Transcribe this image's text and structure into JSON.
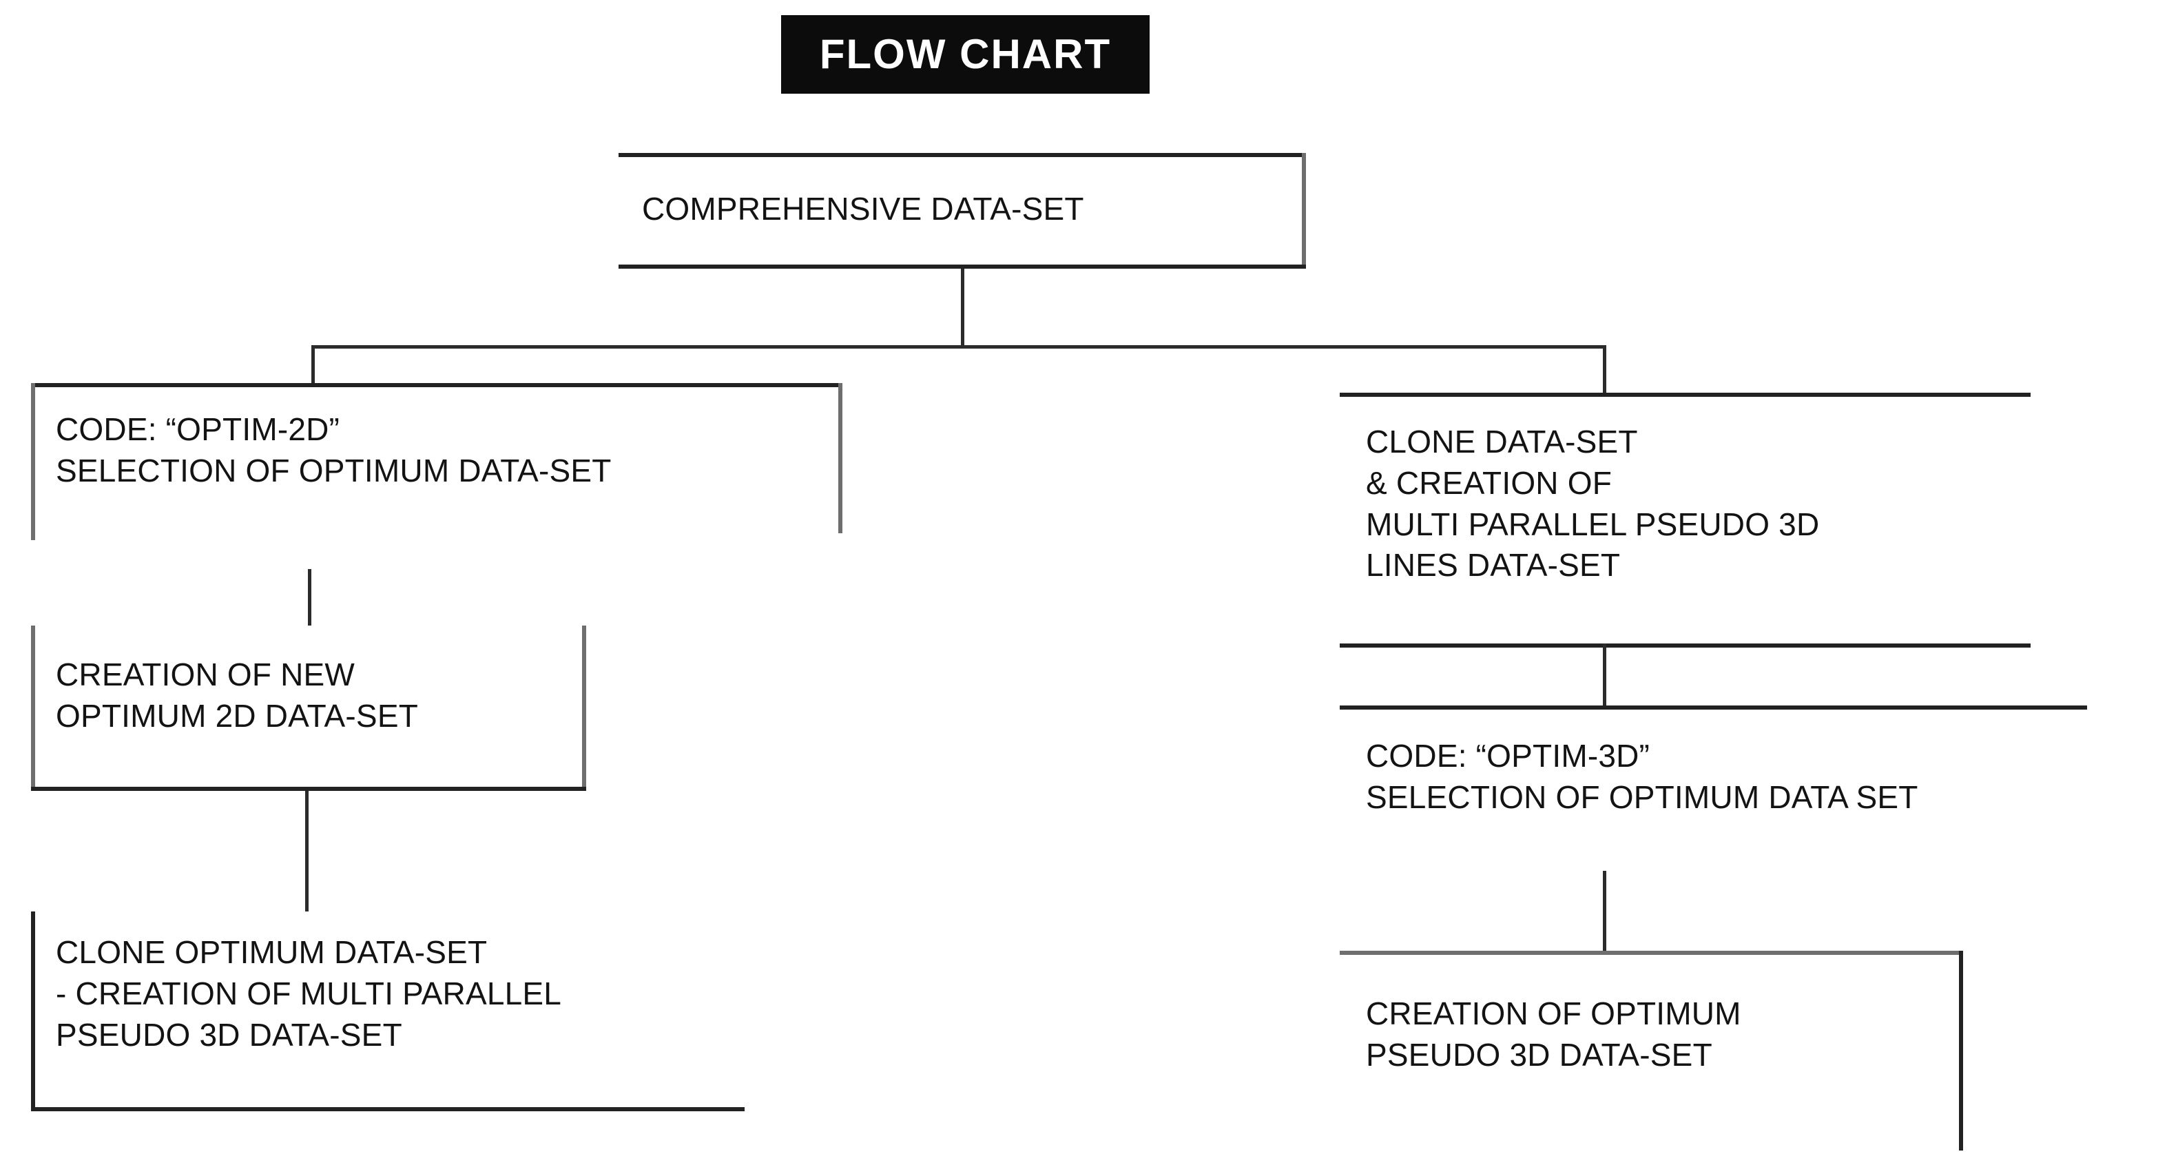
{
  "page": {
    "title": "FLOW CHART",
    "background_color": "#ffffff",
    "text_color": "#131313",
    "line_color": "#2b2b2b",
    "banner_background": "#0c0c0c",
    "banner_text_color": "#ffffff"
  },
  "banner": {
    "label": "FLOW CHART"
  },
  "nodes": {
    "root": {
      "id": "comprehensive-data-set",
      "label": "COMPREHENSIVE DATA-SET"
    },
    "left_branch": [
      {
        "id": "code-optim-2d",
        "label": "CODE: “OPTIM-2D”\nSELECTION OF OPTIMUM DATA-SET"
      },
      {
        "id": "creation-new-optimum-2d",
        "label": "CREATION OF NEW\nOPTIMUM 2D DATA-SET"
      },
      {
        "id": "clone-optimum-data-set",
        "label": "CLONE OPTIMUM DATA-SET\n- CREATION OF MULTI PARALLEL\nPSEUDO 3D DATA-SET"
      }
    ],
    "right_branch": [
      {
        "id": "clone-data-set-multi-parallel",
        "label": "CLONE DATA-SET\n& CREATION OF\nMULTI PARALLEL PSEUDO 3D\nLINES DATA-SET"
      },
      {
        "id": "code-optim-3d",
        "label": "CODE: “OPTIM-3D”\nSELECTION OF OPTIMUM DATA SET"
      },
      {
        "id": "creation-optimum-pseudo-3d",
        "label": "CREATION OF OPTIMUM\nPSEUDO 3D DATA-SET"
      }
    ]
  },
  "chart_data": {
    "type": "diagram",
    "title": "FLOW CHART",
    "nodes": [
      {
        "id": "comprehensive-data-set",
        "text": "COMPREHENSIVE DATA-SET",
        "column": "center",
        "level": 0
      },
      {
        "id": "code-optim-2d",
        "text": "CODE: “OPTIM-2D” / SELECTION OF OPTIMUM DATA-SET",
        "column": "left",
        "level": 1
      },
      {
        "id": "creation-new-optimum-2d",
        "text": "CREATION OF NEW / OPTIMUM 2D DATA-SET",
        "column": "left",
        "level": 2
      },
      {
        "id": "clone-optimum-data-set",
        "text": "CLONE OPTIMUM DATA-SET / - CREATION OF MULTI PARALLEL / PSEUDO 3D DATA-SET",
        "column": "left",
        "level": 3
      },
      {
        "id": "clone-data-set-multi-parallel",
        "text": "CLONE DATA-SET / & CREATION OF / MULTI PARALLEL PSEUDO 3D / LINES DATA-SET",
        "column": "right",
        "level": 1
      },
      {
        "id": "code-optim-3d",
        "text": "CODE: “OPTIM-3D” / SELECTION OF OPTIMUM DATA SET",
        "column": "right",
        "level": 2
      },
      {
        "id": "creation-optimum-pseudo-3d",
        "text": "CREATION OF OPTIMUM / PSEUDO 3D DATA-SET",
        "column": "right",
        "level": 3
      }
    ],
    "edges": [
      {
        "from": "comprehensive-data-set",
        "to": "code-optim-2d"
      },
      {
        "from": "comprehensive-data-set",
        "to": "clone-data-set-multi-parallel"
      },
      {
        "from": "code-optim-2d",
        "to": "creation-new-optimum-2d"
      },
      {
        "from": "creation-new-optimum-2d",
        "to": "clone-optimum-data-set"
      },
      {
        "from": "clone-data-set-multi-parallel",
        "to": "code-optim-3d"
      },
      {
        "from": "code-optim-3d",
        "to": "creation-optimum-pseudo-3d"
      }
    ]
  }
}
